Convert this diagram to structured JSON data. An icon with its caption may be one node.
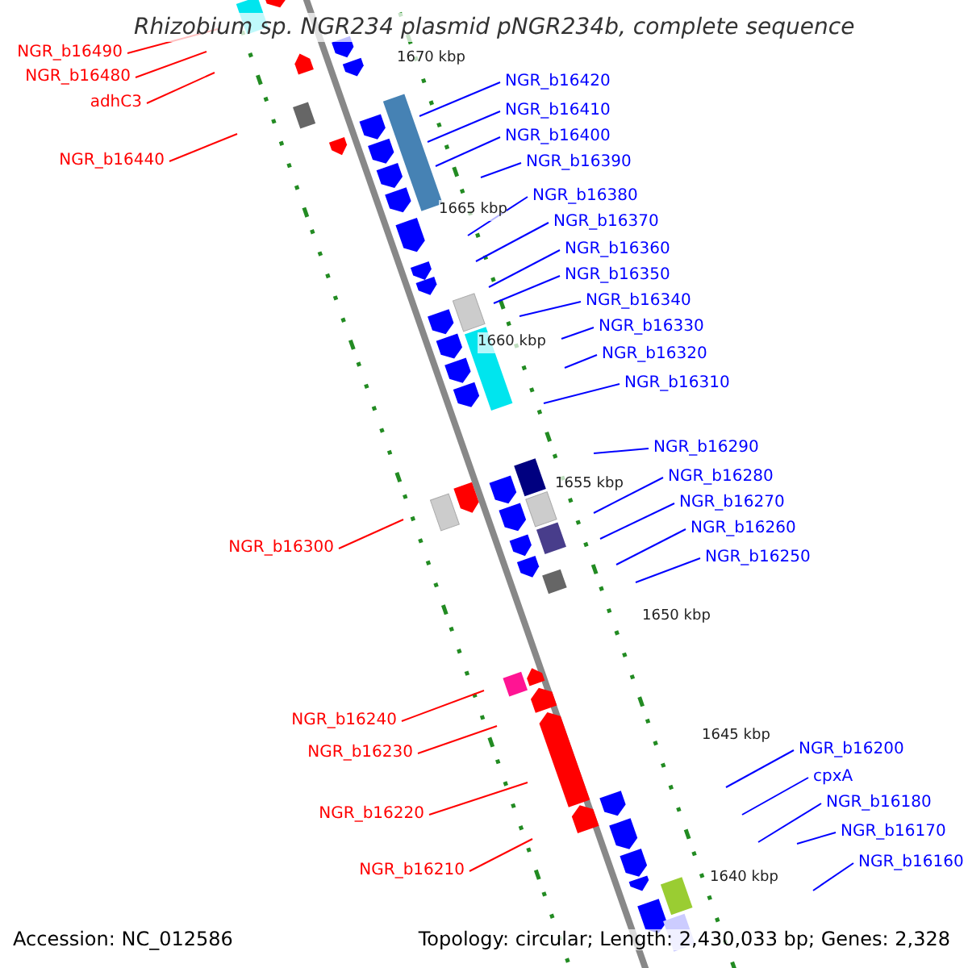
{
  "diagram": {
    "title": "Rhizobium sp. NGR234 plasmid pNGR234b, complete sequence",
    "nodes": [
      {
        "text": [
          "NGR_b16490"
        ]
      },
      {
        "text": [
          "NGR_b16480"
        ]
      },
      {
        "text": [
          "adhC3"
        ]
      },
      {
        "text": [
          "NGR_b16440"
        ]
      },
      {
        "text": [
          "NGR_b16420"
        ]
      },
      {
        "text": [
          "NGR_b16410"
        ]
      },
      {
        "text": [
          "NGR_b16400"
        ]
      },
      {
        "text": [
          "NGR_b16390"
        ]
      },
      {
        "text": [
          "NGR_b16380"
        ]
      },
      {
        "text": [
          "NGR_b16370"
        ]
      },
      {
        "text": [
          "NGR_b16360"
        ]
      },
      {
        "text": [
          "NGR_b16350"
        ]
      },
      {
        "text": [
          "NGR_b16340"
        ]
      },
      {
        "text": [
          "NGR_b16330"
        ]
      },
      {
        "text": [
          "NGR_b16320"
        ]
      },
      {
        "text": [
          "NGR_b16310"
        ]
      },
      {
        "text": [
          "NGR_b16290"
        ]
      },
      {
        "text": [
          "NGR_b16280"
        ]
      },
      {
        "text": [
          "NGR_b16300"
        ]
      },
      {
        "text": [
          "NGR_b16270"
        ]
      },
      {
        "text": [
          "NGR_b16260"
        ]
      },
      {
        "text": [
          "NGR_b16250"
        ]
      },
      {
        "text": [
          "NGR_b16240"
        ]
      },
      {
        "text": [
          "NGR_b16230"
        ]
      },
      {
        "text": [
          "NGR_b16200"
        ]
      },
      {
        "text": [
          "cpxA"
        ]
      },
      {
        "text": [
          "NGR_b16220"
        ]
      },
      {
        "text": [
          "NGR_b16180"
        ]
      },
      {
        "text": [
          "NGR_b16170"
        ]
      },
      {
        "text": [
          "NGR_b16210"
        ]
      },
      {
        "text": [
          "NGR_b16160"
        ]
      }
    ],
    "edges": [
      {
        "from": 0,
        "to": null,
        "arrow": "none",
        "color": "#ff0000"
      },
      {
        "from": 1,
        "to": null,
        "arrow": "none",
        "color": "#ff0000"
      },
      {
        "from": 2,
        "to": null,
        "arrow": "none",
        "color": "#ff0000"
      },
      {
        "from": 3,
        "to": null,
        "arrow": "none",
        "color": "#ff0000"
      },
      {
        "from": 4,
        "to": null,
        "arrow": "none"
      },
      {
        "from": 5,
        "to": null,
        "arrow": "none"
      },
      {
        "from": 6,
        "to": null,
        "arrow": "none"
      },
      {
        "from": 7,
        "to": null,
        "arrow": "none"
      },
      {
        "from": 8,
        "to": null,
        "arrow": "none"
      },
      {
        "from": 9,
        "to": null,
        "arrow": "none"
      },
      {
        "from": 10,
        "to": null,
        "arrow": "none"
      },
      {
        "from": 11,
        "to": null,
        "arrow": "none"
      },
      {
        "from": 12,
        "to": null,
        "arrow": "none"
      },
      {
        "from": 13,
        "to": null,
        "arrow": "none"
      },
      {
        "from": 14,
        "to": null,
        "arrow": "none"
      },
      {
        "from": 15,
        "to": null,
        "arrow": "none"
      },
      {
        "from": 16,
        "to": null,
        "arrow": "none"
      },
      {
        "from": 17,
        "to": null,
        "arrow": "none"
      },
      {
        "from": 18,
        "to": null,
        "arrow": "none",
        "color": "#ff0000"
      },
      {
        "from": 19,
        "to": null,
        "arrow": "none"
      },
      {
        "from": 20,
        "to": null,
        "arrow": "none"
      },
      {
        "from": 21,
        "to": null,
        "arrow": "none"
      },
      {
        "from": 22,
        "to": null,
        "arrow": "none",
        "color": "#ff0000"
      },
      {
        "from": 23,
        "to": null,
        "arrow": "none",
        "color": "#ff0000"
      },
      {
        "from": 24,
        "to": null,
        "arrow": "none"
      },
      {
        "from": 25,
        "to": null,
        "arrow": "none"
      },
      {
        "from": 26,
        "to": null,
        "arrow": "none",
        "color": "#ff0000"
      },
      {
        "from": 27,
        "to": null,
        "arrow": "none"
      },
      {
        "from": 28,
        "to": null,
        "arrow": "none"
      },
      {
        "from": 29,
        "to": null,
        "arrow": "none",
        "color": "#ff0000"
      },
      {
        "from": 30,
        "to": null,
        "arrow": "none"
      }
    ],
    "labels": [
      "1670 kbp",
      "1665 kbp",
      "1660 kbp",
      "1655 kbp",
      "1650 kbp",
      "1645 kbp",
      "1640 kbp",
      "Accession: NC_012586",
      "Topology: circular; Length: 2,430,033 bp; Genes: 2,328"
    ]
  }
}
